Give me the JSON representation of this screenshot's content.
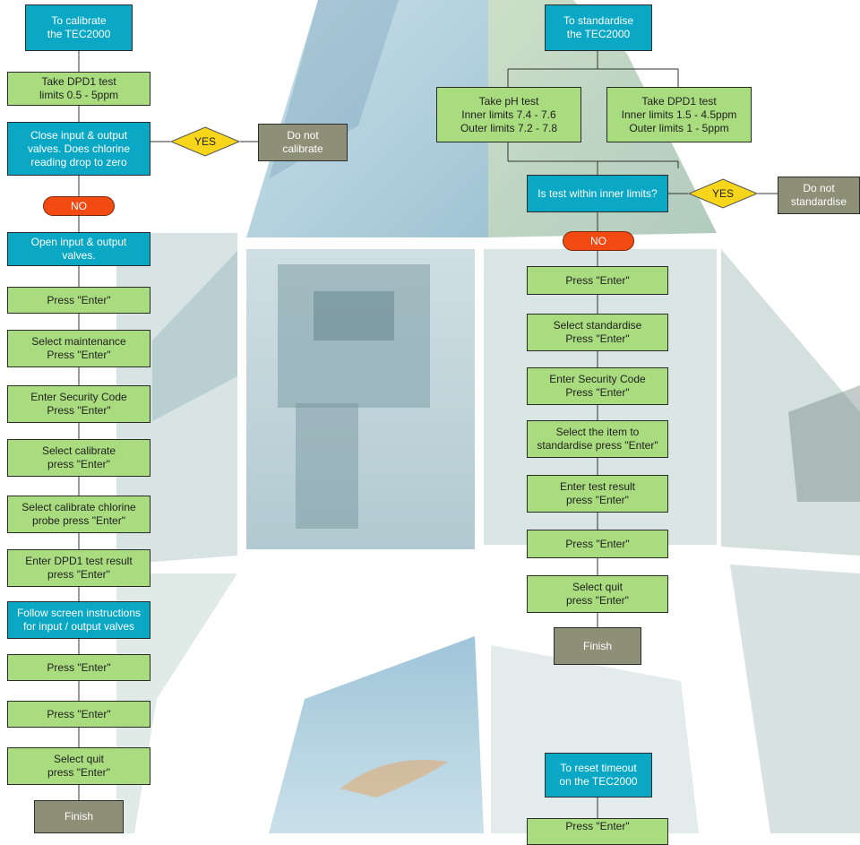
{
  "left_flow": {
    "start": "To calibrate\nthe TEC2000",
    "dpd1_test": "Take DPD1 test\nlimits 0.5 - 5ppm",
    "close_valves": "Close input & output\nvalves. Does chlorine\nreading drop to zero",
    "yes_label": "YES",
    "do_not_calibrate": "Do not\ncalibrate",
    "no_label": "NO",
    "open_valves": "Open input & output\nvalves.",
    "press_enter_1": "Press \"Enter\"",
    "select_maintenance": "Select maintenance\nPress \"Enter\"",
    "enter_security": "Enter Security Code\nPress \"Enter\"",
    "select_calibrate": "Select calibrate\npress \"Enter\"",
    "select_calibrate_chlorine": "Select calibrate chlorine\nprobe press \"Enter\"",
    "enter_dpd1_result": "Enter DPD1 test result\npress \"Enter\"",
    "follow_instructions": "Follow screen instructions\nfor input / output valves",
    "press_enter_2": "Press \"Enter\"",
    "press_enter_3": "Press \"Enter\"",
    "select_quit": "Select quit\npress \"Enter\"",
    "finish": "Finish"
  },
  "right_flow": {
    "start": "To standardise\nthe TEC2000",
    "ph_test": "Take pH test\nInner limits 7.4 - 7.6\nOuter limits 7.2 - 7.8",
    "dpd1_test": "Take DPD1 test\nInner limits 1.5 - 4.5ppm\nOuter limits 1 - 5ppm",
    "within_limits": "Is test within inner limits?",
    "yes_label": "YES",
    "do_not_standardise": "Do not\nstandardise",
    "no_label": "NO",
    "press_enter_1": "Press \"Enter\"",
    "select_standardise": "Select standardise\nPress \"Enter\"",
    "enter_security": "Enter Security Code\nPress \"Enter\"",
    "select_item": "Select the item to\nstandardise press \"Enter\"",
    "enter_test_result": "Enter test result\npress \"Enter\"",
    "press_enter_2": "Press \"Enter\"",
    "select_quit": "Select quit\npress \"Enter\"",
    "finish": "Finish"
  },
  "reset_flow": {
    "start": "To reset timeout\non the TEC2000",
    "press_enter": "Press \"Enter\""
  },
  "colors": {
    "teal": "#0aa8c4",
    "green": "#a9dc7f",
    "grey": "#8d8f76",
    "yes_diamond": "#f7d51a",
    "no_pill": "#f24a12"
  }
}
